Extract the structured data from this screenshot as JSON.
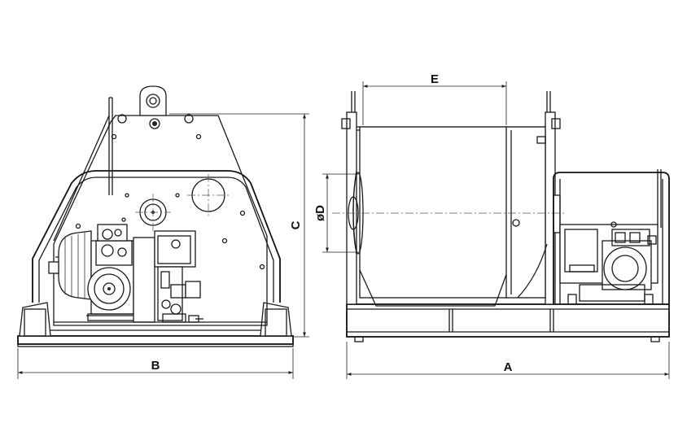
{
  "dimension_labels": {
    "A": "A",
    "B": "B",
    "C": "C",
    "D": "øD",
    "E": "E"
  },
  "line_color": "#1a1a1a",
  "background_color": "#ffffff"
}
